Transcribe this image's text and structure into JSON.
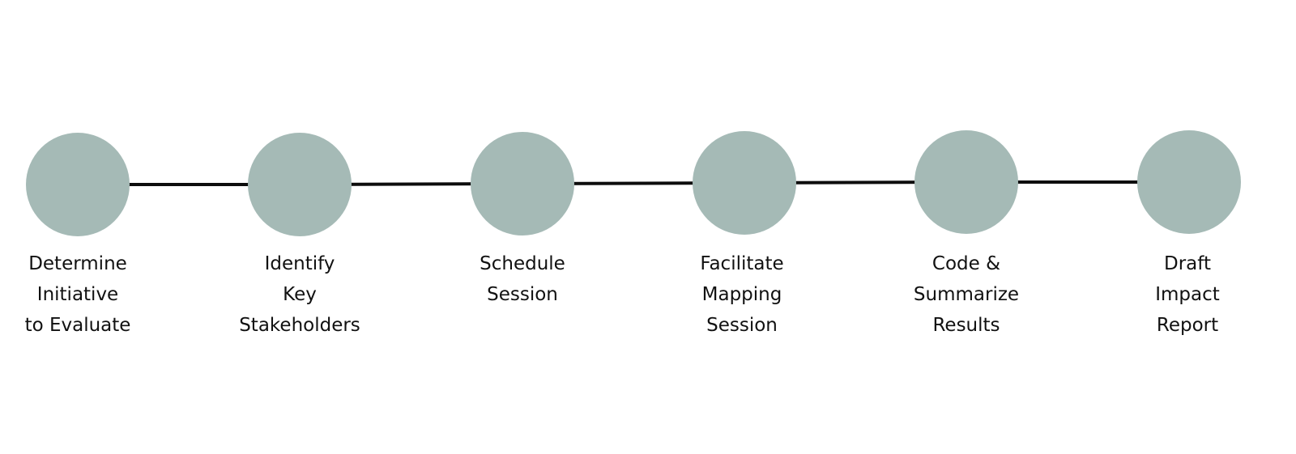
{
  "colors": {
    "node_fill": "#a5bab6",
    "connector": "#0d0d0d",
    "text": "#111111",
    "background": "#ffffff"
  },
  "steps": [
    {
      "label": "Determine\nInitiative\nto Evaluate"
    },
    {
      "label": "Identify\nKey\nStakeholders"
    },
    {
      "label": "Schedule\nSession"
    },
    {
      "label": "Facilitate\nMapping\nSession"
    },
    {
      "label": "Code &\nSummarize\nResults"
    },
    {
      "label": "Draft\nImpact\nReport"
    }
  ]
}
